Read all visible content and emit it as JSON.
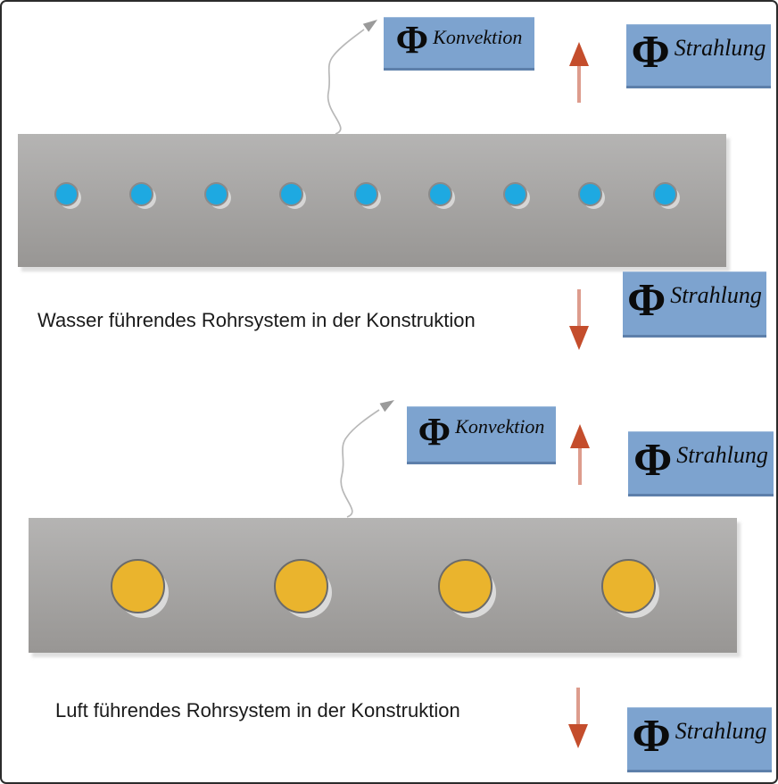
{
  "colors": {
    "border": "#2b2b2b",
    "box-blue": "#7da3cf",
    "arrow-head-red": "#c44d2c",
    "arrow-shaft-red": "#dd9c8d",
    "slab-top": "#b5b4b3",
    "slab-bottom": "#989694",
    "pipe-water": "#1ea9e1",
    "pipe-water-edge": "#8a8a8a",
    "pipe-air": "#eab42d",
    "pipe-air-edge": "#6b6b6b",
    "curve-gray": "#b8b8b8",
    "curve-head-gray": "#9a9a9a",
    "text": "#1a1a1a"
  },
  "labels": {
    "phi": "Φ",
    "konvektion": "Konvektion",
    "strahlung": "Strahlung"
  },
  "sections": [
    {
      "caption": "Wasser führendes Rohrsystem in der Konstruktion",
      "pipe_count": 9,
      "pipe_class": "water",
      "pipe_name": "water-pipe"
    },
    {
      "caption": "Luft führendes Rohrsystem in der Konstruktion",
      "pipe_count": 4,
      "pipe_class": "air",
      "pipe_name": "air-pipe"
    }
  ]
}
